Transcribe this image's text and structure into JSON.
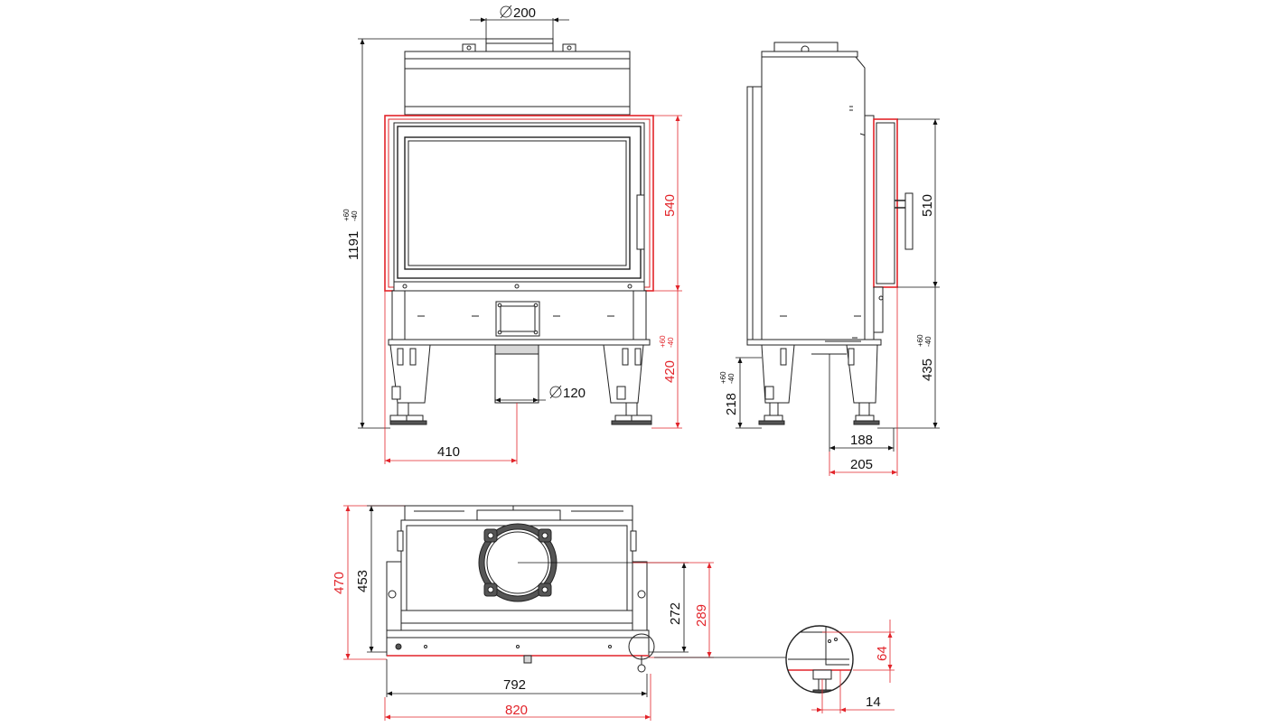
{
  "dimensions": {
    "flue_outlet": "200",
    "air_inlet": "120",
    "height_total": "1191",
    "height_tol_plus": "+60",
    "height_tol_minus": "-40",
    "door_height": "540",
    "floor_to_door_front": "420",
    "floor_to_door_front_tol_plus": "+60",
    "floor_to_door_front_tol_minus": "-40",
    "inlet_offset": "410",
    "side_door_height": "510",
    "floor_to_door_side": "435",
    "floor_to_door_side_tol_plus": "+60",
    "floor_to_door_side_tol_minus": "-40",
    "leg_height": "218",
    "leg_height_tol_plus": "+60",
    "leg_height_tol_minus": "-40",
    "depth_legs": "188",
    "depth_frame": "205",
    "plan_depth_frame": "470",
    "plan_depth_body": "453",
    "plan_flue_depth_body": "272",
    "plan_flue_depth_frame": "289",
    "plan_width_body": "792",
    "plan_width_frame": "820",
    "detail_height": "64",
    "detail_offset": "14"
  },
  "colors": {
    "line": "#222222",
    "dimension_black": "#111111",
    "dimension_red": "#e2242a"
  }
}
